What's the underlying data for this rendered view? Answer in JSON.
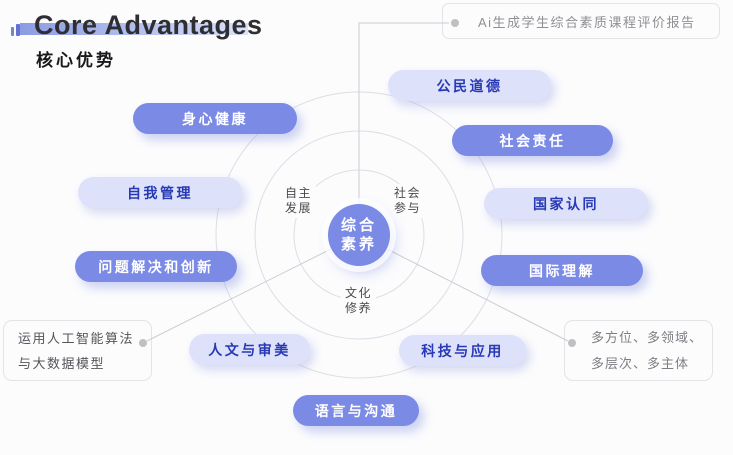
{
  "header": {
    "title": "Core Advantages",
    "subtitle": "核心优势"
  },
  "callouts": {
    "top": {
      "text": "Ai生成学生综合素质课程评价报告"
    },
    "left": {
      "line1": "运用人工智能算法",
      "line2": "与大数据模型"
    },
    "right": {
      "line1": "多方位、多领域、",
      "line2": "多层次、多主体"
    }
  },
  "diagram": {
    "center_circle": {
      "line1": "综合",
      "line2": "素养"
    },
    "sector_labels": [
      {
        "line1": "自主",
        "line2": "发展"
      },
      {
        "line1": "社会",
        "line2": "参与"
      },
      {
        "line1": "文化",
        "line2": "修养"
      }
    ],
    "pills": [
      {
        "label": "身心健康",
        "variant": "dark"
      },
      {
        "label": "自我管理",
        "variant": "light"
      },
      {
        "label": "问题解决和创新",
        "variant": "dark"
      },
      {
        "label": "人文与审美",
        "variant": "light"
      },
      {
        "label": "语言与沟通",
        "variant": "dark"
      },
      {
        "label": "公民道德",
        "variant": "light"
      },
      {
        "label": "社会责任",
        "variant": "dark"
      },
      {
        "label": "国家认同",
        "variant": "light"
      },
      {
        "label": "国际理解",
        "variant": "dark"
      },
      {
        "label": "科技与应用",
        "variant": "light"
      }
    ],
    "colors": {
      "accent_dark_pill": "#7b8ae4",
      "accent_light_pill": "#dde2fa",
      "light_pill_text": "#2739b4",
      "title_highlight": "#8c9ce2",
      "ring_line": "#dcdee6",
      "connector_line": "#cbccd3",
      "background": "#fcfcfd"
    }
  }
}
